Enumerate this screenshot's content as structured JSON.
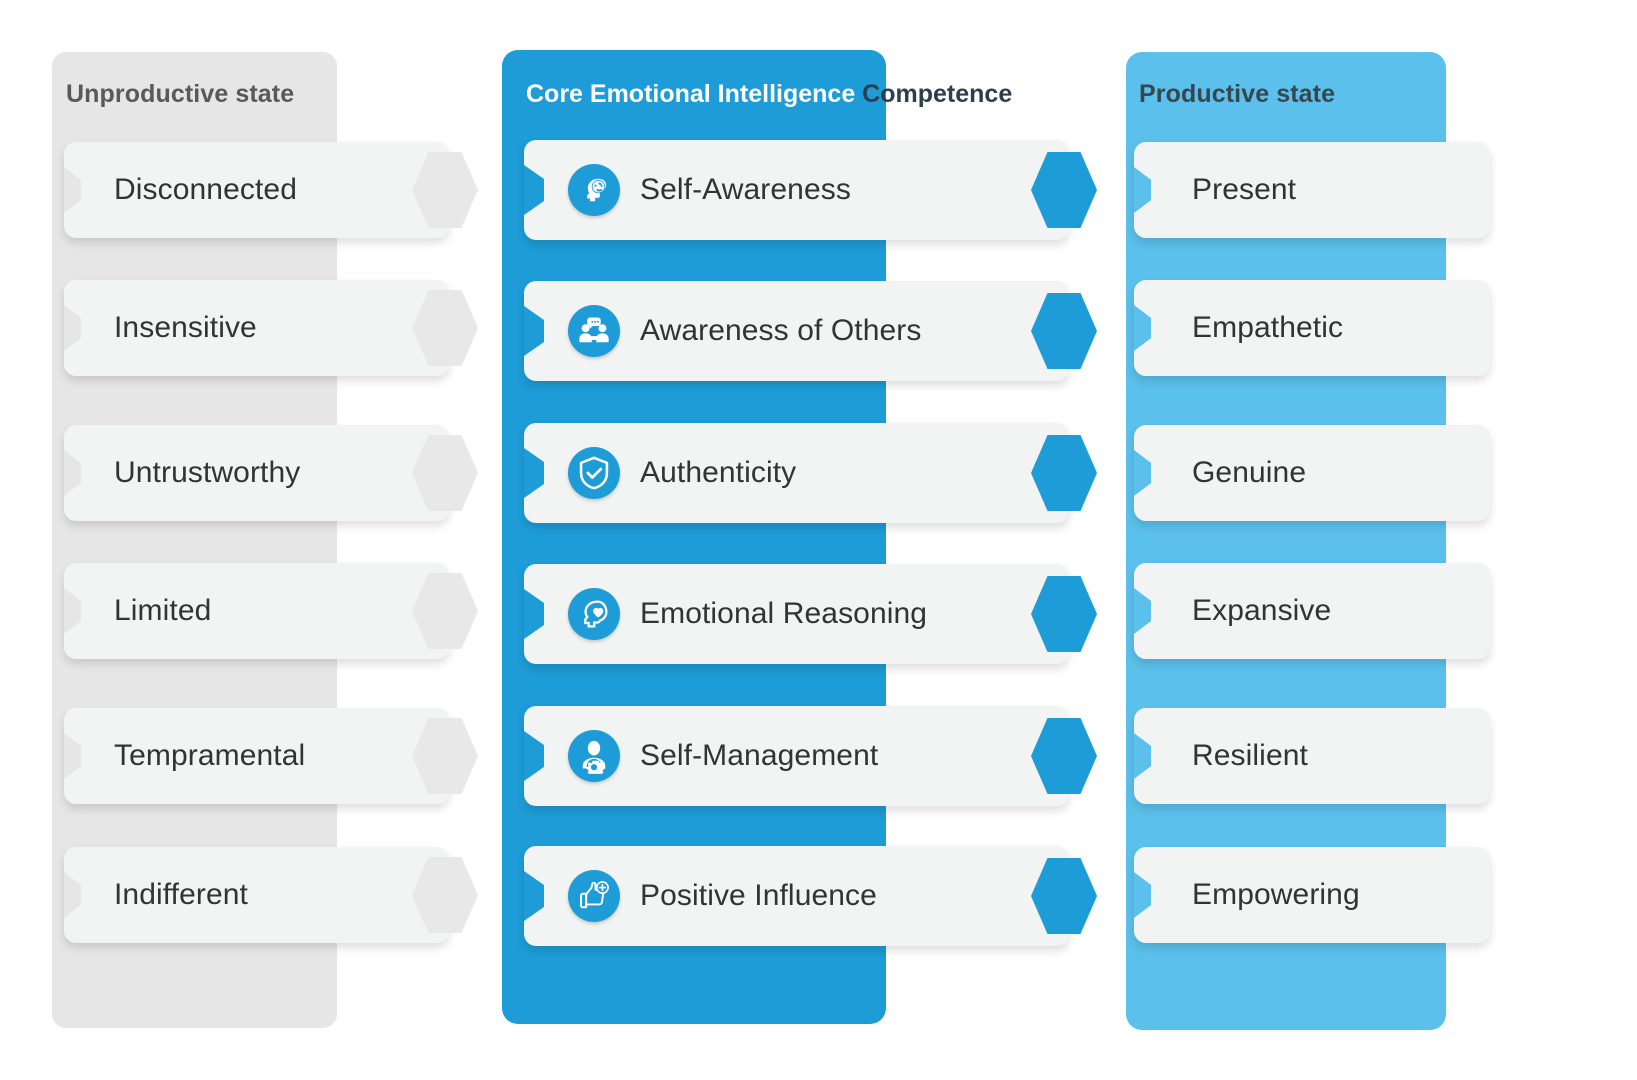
{
  "columns": {
    "left": {
      "title": "Unproductive state",
      "panel_color": "#e6e6e6",
      "arrow_color": "#e8e8e8",
      "items": [
        {
          "label": "Disconnected"
        },
        {
          "label": "Insensitive"
        },
        {
          "label": "Untrustworthy"
        },
        {
          "label": "Limited"
        },
        {
          "label": "Tempramental"
        },
        {
          "label": "Indifferent"
        }
      ]
    },
    "center": {
      "title_inside": "Core Emotional Intelligence",
      "title_outside": " Competence",
      "panel_color": "#1e9cd7",
      "arrow_color": "#1e9cd7",
      "items": [
        {
          "label": "Self-Awareness",
          "icon": "head-target-icon"
        },
        {
          "label": "Awareness of Others",
          "icon": "two-people-speech-icon"
        },
        {
          "label": "Authenticity",
          "icon": "shield-check-icon"
        },
        {
          "label": "Emotional Reasoning",
          "icon": "head-heart-icon"
        },
        {
          "label": "Self-Management",
          "icon": "person-gear-icon"
        },
        {
          "label": "Positive Influence",
          "icon": "thumbs-up-plus-icon"
        }
      ]
    },
    "right": {
      "title": "Productive state",
      "panel_color": "#5bc0eb",
      "items": [
        {
          "label": "Present"
        },
        {
          "label": "Empathetic"
        },
        {
          "label": "Genuine"
        },
        {
          "label": "Expansive"
        },
        {
          "label": "Resilient"
        },
        {
          "label": "Empowering"
        }
      ]
    }
  },
  "colors": {
    "brand_blue": "#1e9cd7",
    "light_blue": "#5bc0eb",
    "gray_panel": "#e6e6e6",
    "card_bg": "#f2f3f3",
    "text_dark": "#333333"
  }
}
